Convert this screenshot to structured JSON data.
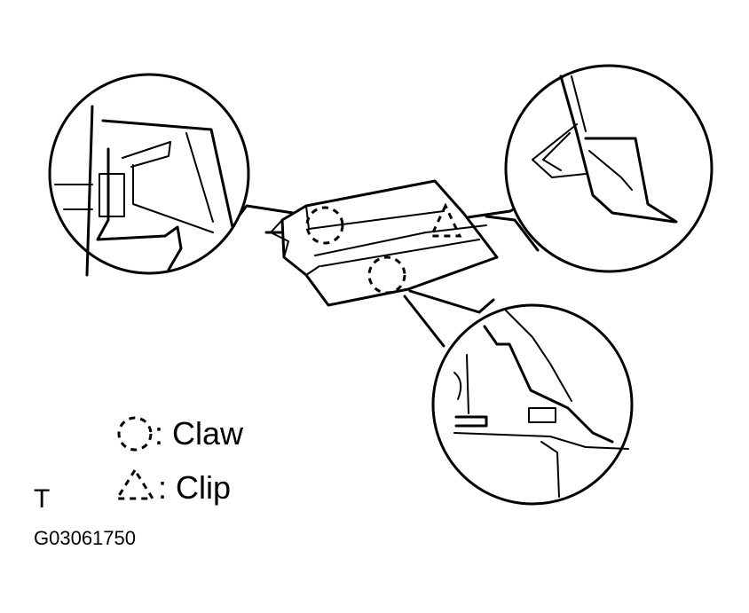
{
  "legend": {
    "claw_label": ": Claw",
    "clip_label": ": Clip"
  },
  "corner_mark": "T",
  "figure_code": "G03061750"
}
